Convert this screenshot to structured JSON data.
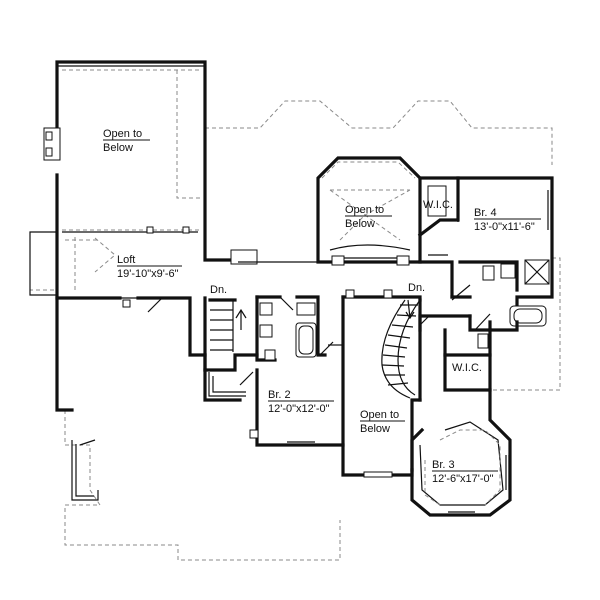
{
  "rooms": {
    "open_below_left": {
      "line1": "Open to",
      "line2": "Below"
    },
    "loft": {
      "name": "Loft",
      "dims": "19'-10\"x9'-6\""
    },
    "open_below_mid": {
      "line1": "Open to",
      "line2": "Below"
    },
    "wic_upper": {
      "name": "W.I.C."
    },
    "br4": {
      "name": "Br. 4",
      "dims": "13'-0\"x11'-6\""
    },
    "dn_left": {
      "name": "Dn."
    },
    "dn_right": {
      "name": "Dn."
    },
    "br2": {
      "name": "Br. 2",
      "dims": "12'-0\"x12'-0\""
    },
    "open_below_center": {
      "line1": "Open to",
      "line2": "Below"
    },
    "wic_lower": {
      "name": "W.I.C."
    },
    "br3": {
      "name": "Br. 3",
      "dims": "12'-6\"x17'-0\""
    }
  }
}
